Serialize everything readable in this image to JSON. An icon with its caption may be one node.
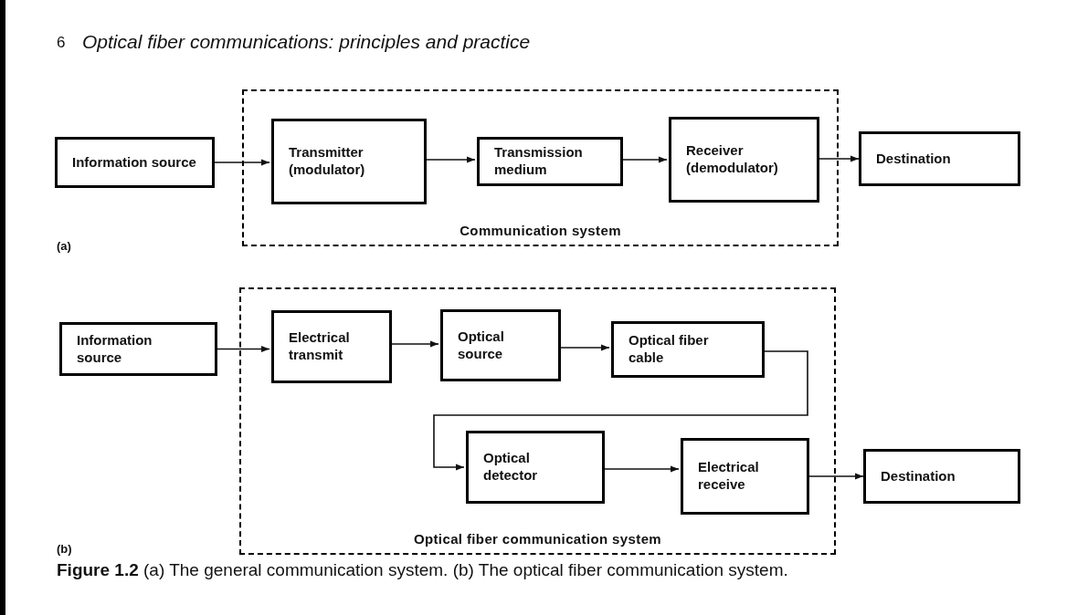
{
  "diagram": {
    "title": "Optical fiber communications: principles and practice",
    "caption": "**Figure 1.2** (a) The general communication system. (b) The optical fiber communication system.",
    "nodes": [
      {
        "text": [
          "Communication system"
        ]
      },
      {
        "text": [
          "Information source"
        ]
      },
      {
        "text": [
          "Transmitter (modulator)"
        ],
        "in": 0
      },
      {
        "text": [
          "Transmission medium"
        ],
        "in": 0
      },
      {
        "text": [
          "Receiver (demodulator)"
        ],
        "in": 0
      },
      {
        "text": [
          "Destination"
        ]
      },
      {
        "text": [
          "Optical fiber communication system"
        ]
      },
      {
        "text": [
          "Information source"
        ]
      },
      {
        "text": [
          "Electrical transmit"
        ],
        "in": 6
      },
      {
        "text": [
          "Optical source"
        ],
        "in": 6
      },
      {
        "text": [
          "Optical fiber cable"
        ],
        "in": 6
      },
      {
        "text": [
          "Optical detector"
        ],
        "in": 6
      },
      {
        "text": [
          "Electrical receive"
        ],
        "in": 6
      },
      {
        "text": [
          "Destination"
        ]
      }
    ],
    "edges": [
      {
        "from": 1,
        "to": 2,
        "arrow": "to"
      },
      {
        "from": 2,
        "to": 3,
        "arrow": "to"
      },
      {
        "from": 3,
        "to": 4,
        "arrow": "to"
      },
      {
        "from": 4,
        "to": 5,
        "arrow": "to"
      },
      {
        "from": 7,
        "to": 8,
        "arrow": "to"
      },
      {
        "from": 8,
        "to": 9,
        "arrow": "to"
      },
      {
        "from": 9,
        "to": 10,
        "arrow": "to"
      },
      {
        "from": 10,
        "to": 11,
        "arrow": "to"
      },
      {
        "from": 11,
        "to": 12,
        "arrow": "to"
      },
      {
        "from": 12,
        "to": 13,
        "arrow": "to"
      }
    ],
    "labels": [
      "6",
      "(a)",
      "(b)"
    ]
  }
}
